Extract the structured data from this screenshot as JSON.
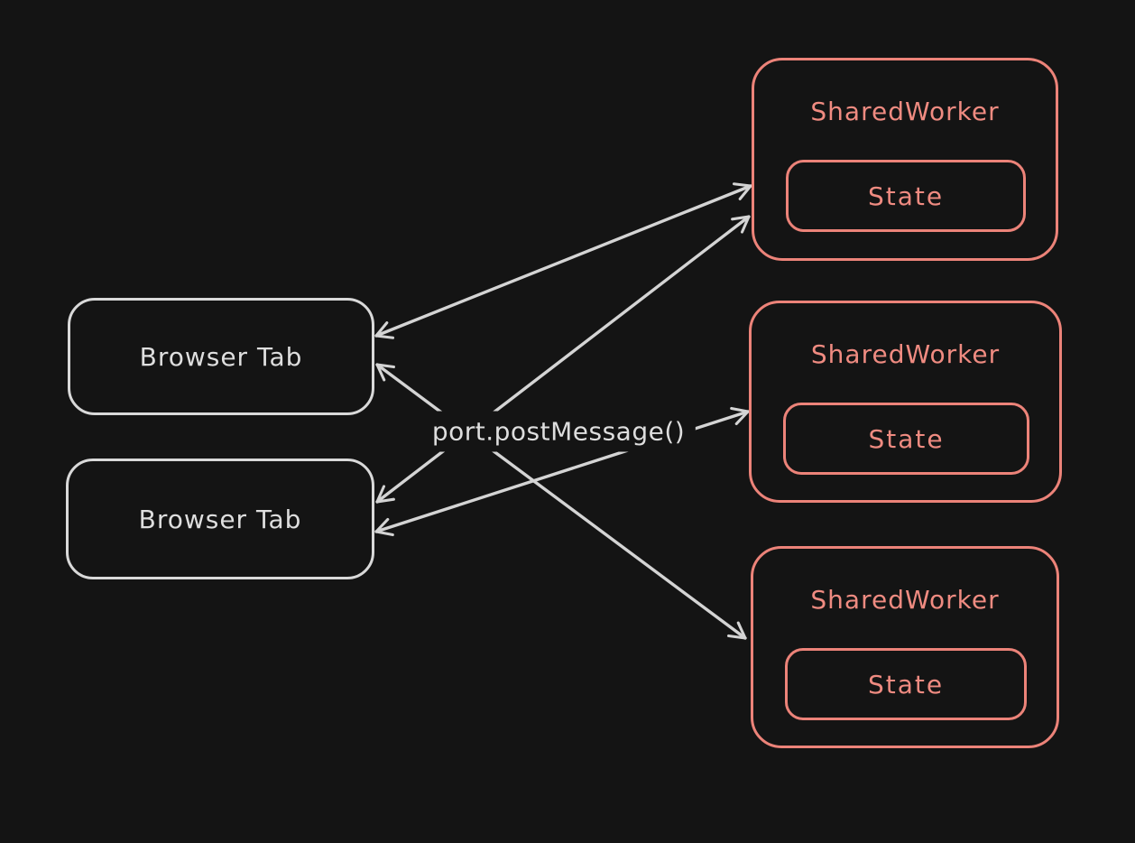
{
  "canvas": {
    "background": "#141414",
    "stroke_light": "#d9d9d9",
    "stroke_accent": "#ec8379",
    "text_light": "#dedede",
    "text_accent": "#ef8b81",
    "arrow_color": "#d4d4d4"
  },
  "nodes": {
    "browser_tabs": [
      {
        "label": "Browser Tab"
      },
      {
        "label": "Browser Tab"
      }
    ],
    "shared_workers": [
      {
        "label": "SharedWorker",
        "state": {
          "label": "State"
        }
      },
      {
        "label": "SharedWorker",
        "state": {
          "label": "State"
        }
      },
      {
        "label": "SharedWorker",
        "state": {
          "label": "State"
        }
      }
    ]
  },
  "connector_label": "port.postMessage()",
  "connections": [
    {
      "from": "browser-tab-1",
      "to": "shared-worker-1",
      "arrows": "both"
    },
    {
      "from": "browser-tab-1",
      "to": "shared-worker-3",
      "arrows": "both"
    },
    {
      "from": "browser-tab-2",
      "to": "shared-worker-1",
      "arrows": "both"
    },
    {
      "from": "browser-tab-2",
      "to": "shared-worker-2",
      "arrows": "both",
      "label": "port.postMessage()"
    }
  ]
}
